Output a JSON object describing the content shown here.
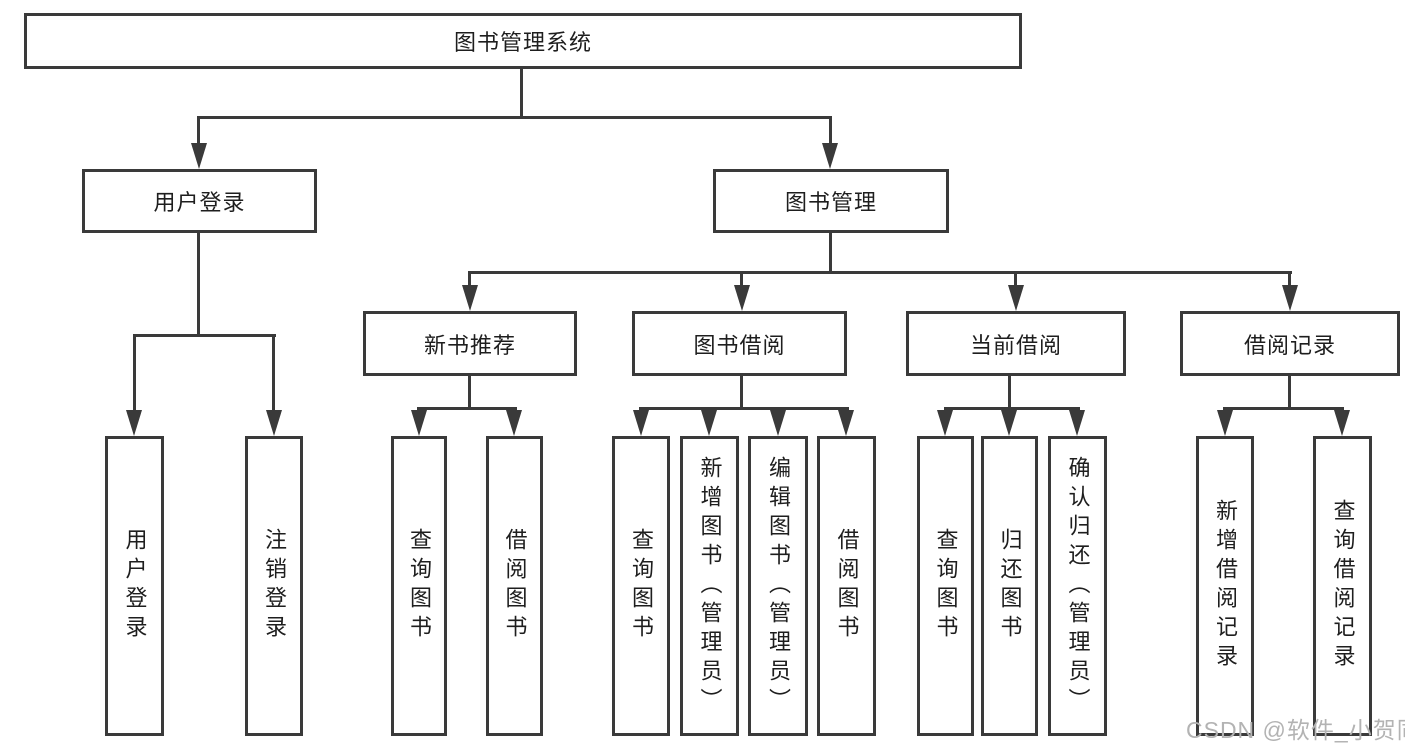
{
  "chart": {
    "root": "图书管理系统",
    "branches": [
      {
        "label": "用户登录",
        "children": [
          "用户登录",
          "注销登录"
        ]
      },
      {
        "label": "图书管理",
        "groups": [
          {
            "label": "新书推荐",
            "children": [
              "查询图书",
              "借阅图书"
            ]
          },
          {
            "label": "图书借阅",
            "children": [
              "查询图书",
              "新增图书（管理员）",
              "编辑图书（管理员）",
              "借阅图书"
            ]
          },
          {
            "label": "当前借阅",
            "children": [
              "查询图书",
              "归还图书",
              "确认归还（管理员）"
            ]
          },
          {
            "label": "借阅记录",
            "children": [
              "新增借阅记录",
              "查询借阅记录"
            ]
          }
        ]
      }
    ]
  },
  "watermark": "CSDN @软件_小贺同学",
  "colors": {
    "line": "#3a3a3a",
    "text": "#1e1e1e",
    "watermark": "#b3b3b3",
    "background": "#ffffff"
  }
}
